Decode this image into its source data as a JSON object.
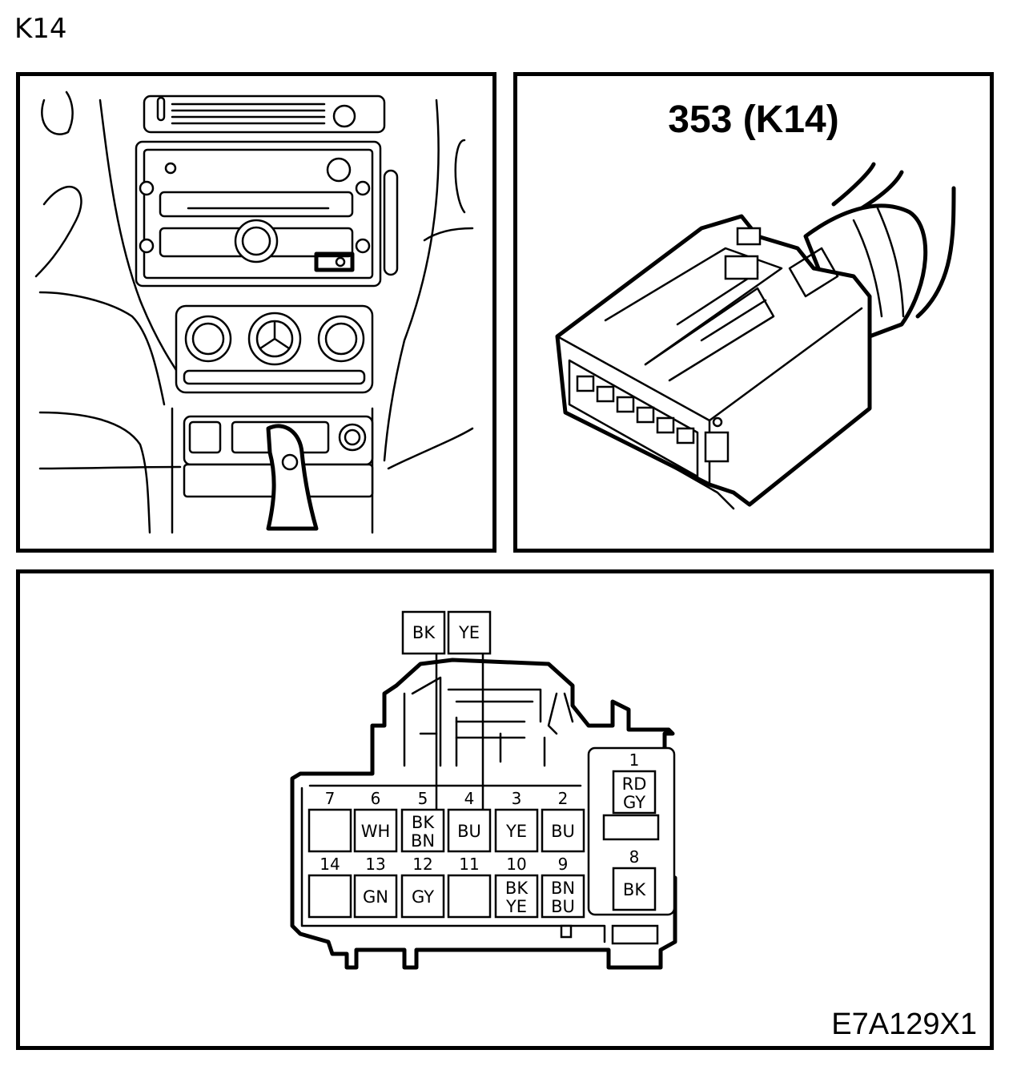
{
  "page_title": "K14",
  "connector_title": "353 (K14)",
  "figure_code": "E7A129X1",
  "wires_top": [
    {
      "label": "BK"
    },
    {
      "label": "YE"
    }
  ],
  "pins": [
    {
      "num": "1",
      "colors": [
        "RD",
        "GY"
      ]
    },
    {
      "num": "2",
      "colors": [
        "BU"
      ]
    },
    {
      "num": "3",
      "colors": [
        "YE"
      ]
    },
    {
      "num": "4",
      "colors": [
        "BU"
      ]
    },
    {
      "num": "5",
      "colors": [
        "BK",
        "BN"
      ]
    },
    {
      "num": "6",
      "colors": [
        "WH"
      ]
    },
    {
      "num": "7",
      "colors": []
    },
    {
      "num": "8",
      "colors": [
        "BK"
      ]
    },
    {
      "num": "9",
      "colors": [
        "BN",
        "BU"
      ]
    },
    {
      "num": "10",
      "colors": [
        "BK",
        "YE"
      ]
    },
    {
      "num": "11",
      "colors": []
    },
    {
      "num": "12",
      "colors": [
        "GY"
      ]
    },
    {
      "num": "13",
      "colors": [
        "GN"
      ]
    },
    {
      "num": "14",
      "colors": []
    }
  ]
}
